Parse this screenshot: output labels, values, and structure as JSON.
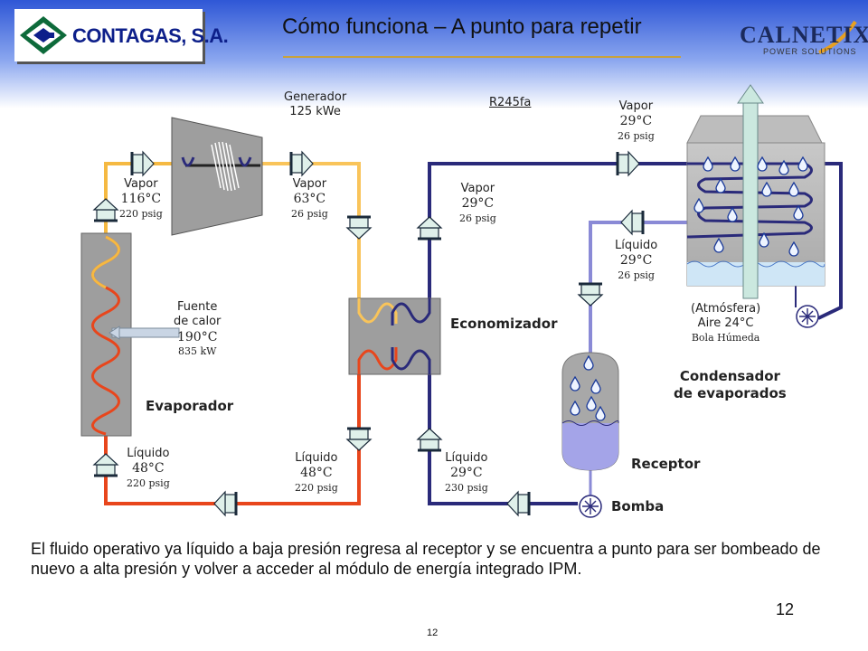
{
  "title": "Cómo funciona – A punto para repetir",
  "logo_left": {
    "name": "CONTAGAS, S.A."
  },
  "logo_right": {
    "name": "CALNETIX",
    "sub": "POWER SOLUTIONS"
  },
  "refrigerant": "R245fa",
  "components": {
    "generator": {
      "line1": "Generador",
      "line2": "125 kWe"
    },
    "evaporator": "Evaporador",
    "economizer": "Economizador",
    "condenser": {
      "line1": "Condensador",
      "line2": "de evaporados"
    },
    "receiver": "Receptor",
    "pump": "Bomba"
  },
  "heat_source": {
    "l1": "Fuente",
    "l2": "de calor",
    "l3": "190°C",
    "l4": "835 kW"
  },
  "atmosphere": {
    "l1": "(Atmósfera)",
    "l2": "Aire  24°C",
    "l3": "Bola Húmeda"
  },
  "states": {
    "vapor_116": {
      "l1": "Vapor",
      "l2": "116°C",
      "l3": "220 psig"
    },
    "vapor_63": {
      "l1": "Vapor",
      "l2": "63°C",
      "l3": "26 psig"
    },
    "vapor_29_a": {
      "l1": "Vapor",
      "l2": "29°C",
      "l3": "26 psig"
    },
    "vapor_29_b": {
      "l1": "Vapor",
      "l2": "29°C",
      "l3": "26 psig"
    },
    "liquido_29_top": {
      "l1": "Líquido",
      "l2": "29°C",
      "l3": "26 psig"
    },
    "liquido_48_left": {
      "l1": "Líquido",
      "l2": "48°C",
      "l3": "220 psig"
    },
    "liquido_48_mid": {
      "l1": "Líquido",
      "l2": "48°C",
      "l3": "220 psig"
    },
    "liquido_29_low": {
      "l1": "Líquido",
      "l2": "29°C",
      "l3": "230 psig"
    }
  },
  "description": "El fluido operativo ya líquido a baja presión regresa al receptor y se encuentra a punto para ser bombeado de nuevo a alta presión y volver a acceder al módulo de energía integrado IPM.",
  "page_number": "12",
  "footer_number": "12",
  "colors": {
    "vapor_hot": "#f5b942",
    "vapor_cold": "#2a2a7a",
    "liquid_hot": "#e8461c",
    "liquid_cold": "#8a8ad6",
    "header_blue": "#3a62d8"
  }
}
